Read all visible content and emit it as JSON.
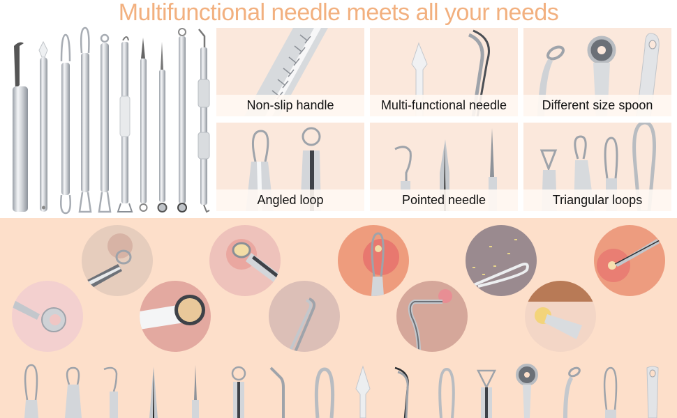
{
  "title": "Multifunctional needle meets all your needs",
  "colors": {
    "title": "#f2b07f",
    "panel_bg": "#fbe8dc",
    "caption_bg": "#fff8f3",
    "band_bg": "#fddfca",
    "steel": "#c9ccd1"
  },
  "toolset": {
    "tool_count": 10,
    "tools": [
      {
        "icon": "tweezers-hook-icon"
      },
      {
        "icon": "spatula-tool-icon"
      },
      {
        "icon": "double-loop-tool-icon"
      },
      {
        "icon": "teardrop-loop-tool-icon"
      },
      {
        "icon": "small-loop-tool-icon"
      },
      {
        "icon": "hook-triangle-tool-icon"
      },
      {
        "icon": "needle-round-loop-tool-icon"
      },
      {
        "icon": "fine-needle-spoon-tool-icon"
      },
      {
        "icon": "ring-spoon-tool-icon"
      },
      {
        "icon": "angled-hook-tool-icon"
      }
    ]
  },
  "features": [
    {
      "label": "Non-slip handle",
      "icon": "knurled-handle-icon"
    },
    {
      "label": "Multi-functional needle",
      "icon": "spatula-and-hook-icon"
    },
    {
      "label": "Different size spoon",
      "icon": "spoon-variants-icon"
    },
    {
      "label": "Angled loop",
      "icon": "angled-loop-icon"
    },
    {
      "label": "Pointed needle",
      "icon": "pointed-needles-icon"
    },
    {
      "label": "Triangular loops",
      "icon": "triangular-loops-icon"
    }
  ],
  "usage_examples": [
    {
      "icon": "ring-spoon-on-skin-icon"
    },
    {
      "icon": "small-loop-on-skin-icon"
    },
    {
      "icon": "large-spoon-on-skin-icon"
    },
    {
      "icon": "loop-on-pimple-icon"
    },
    {
      "icon": "hook-tweezers-on-skin-icon"
    },
    {
      "icon": "teardrop-loop-on-pimple-icon"
    },
    {
      "icon": "curved-hook-on-skin-icon"
    },
    {
      "icon": "loop-on-blackheads-icon"
    },
    {
      "icon": "spatula-on-pimple-icon"
    },
    {
      "icon": "needle-on-pimple-icon"
    }
  ],
  "tool_tips": [
    "teardrop-loop-tip-icon",
    "small-loop-tip-icon",
    "hook-tip-icon",
    "pointed-needle-tip-icon",
    "fine-needle-tip-icon",
    "round-loop-tip-icon",
    "angled-hook-tip-icon",
    "wide-loop-tip-icon",
    "spatula-tip-icon",
    "double-hook-tip-icon",
    "narrow-loop-tip-icon",
    "triangle-loop-tip-icon",
    "ring-spoon-tip-icon",
    "angled-ring-tip-icon",
    "long-loop-tip-icon",
    "eye-spoon-tip-icon"
  ]
}
